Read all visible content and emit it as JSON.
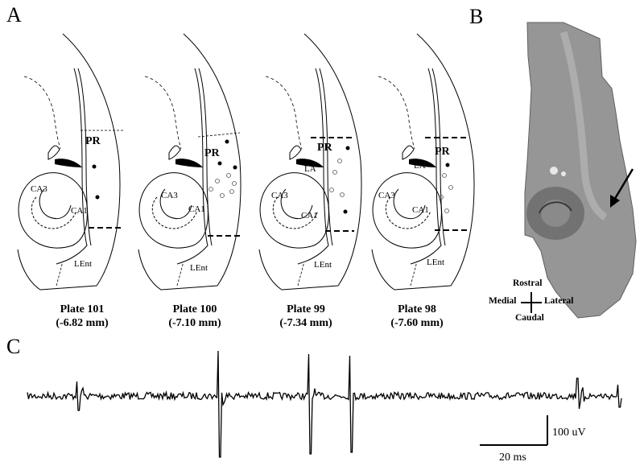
{
  "panels": {
    "a": "A",
    "b": "B",
    "c": "C"
  },
  "plates": [
    {
      "name": "Plate 101",
      "coord": "(-6.82 mm)",
      "pr": "PR",
      "ca3": "CA3",
      "ca1": "CA1",
      "lent": "LEnt",
      "la": ""
    },
    {
      "name": "Plate 100",
      "coord": "(-7.10 mm)",
      "pr": "PR",
      "ca3": "CA3",
      "ca1": "CA1",
      "lent": "LEnt",
      "la": ""
    },
    {
      "name": "Plate 99",
      "coord": "(-7.34 mm)",
      "pr": "PR",
      "ca3": "CA3",
      "ca1": "CA1",
      "lent": "LEnt",
      "la": "LA"
    },
    {
      "name": "Plate 98",
      "coord": "(-7.60 mm)",
      "pr": "PR",
      "ca3": "CA3",
      "ca1": "CA1",
      "lent": "LEnt",
      "la": "LA"
    }
  ],
  "orientation": {
    "rostral": "Rostral",
    "caudal": "Caudal",
    "medial": "Medial",
    "lateral": "Lateral"
  },
  "scale": {
    "amplitude": "100 uV",
    "time": "20 ms"
  }
}
